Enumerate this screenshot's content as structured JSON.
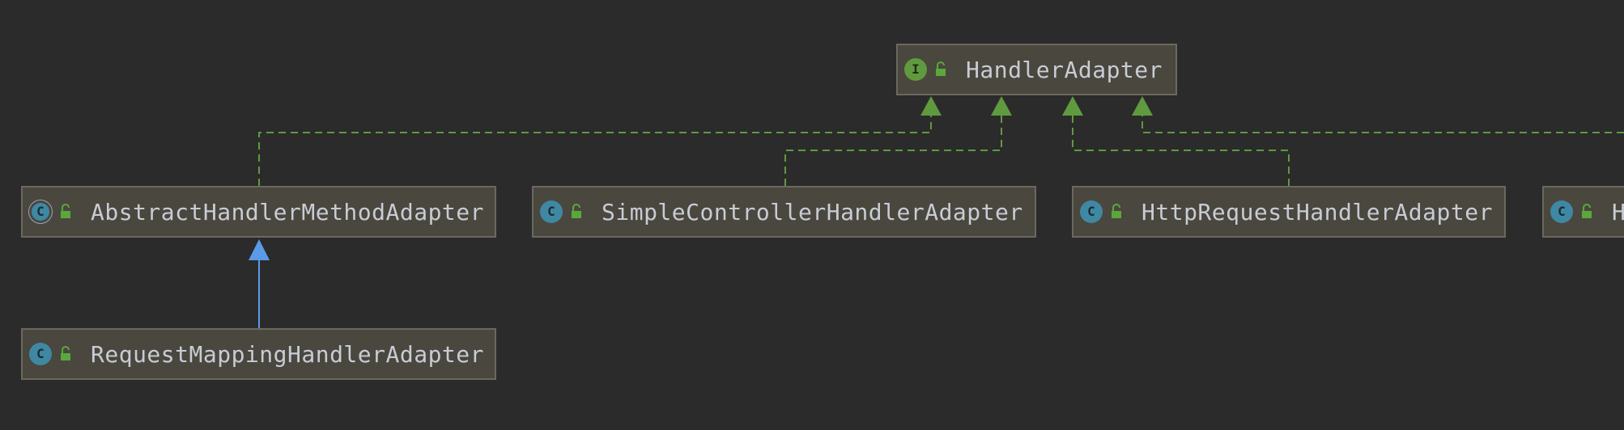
{
  "diagram": {
    "nodes": [
      {
        "id": "handler-adapter",
        "name": "HandlerAdapter",
        "kind": "interface",
        "icon_letter": "I"
      },
      {
        "id": "abstract-handler-method-adapter",
        "name": "AbstractHandlerMethodAdapter",
        "kind": "abstract-class",
        "icon_letter": "C"
      },
      {
        "id": "simple-controller-handler-adapter",
        "name": "SimpleControllerHandlerAdapter",
        "kind": "class",
        "icon_letter": "C"
      },
      {
        "id": "http-request-handler-adapter",
        "name": "HttpRequestHandlerAdapter",
        "kind": "class",
        "icon_letter": "C"
      },
      {
        "id": "partial-handler-adapter",
        "name": "H",
        "kind": "class",
        "icon_letter": "C"
      },
      {
        "id": "request-mapping-handler-adapter",
        "name": "RequestMappingHandlerAdapter",
        "kind": "class",
        "icon_letter": "C"
      }
    ],
    "edges": [
      {
        "from": "abstract-handler-method-adapter",
        "to": "handler-adapter",
        "type": "implements"
      },
      {
        "from": "simple-controller-handler-adapter",
        "to": "handler-adapter",
        "type": "implements"
      },
      {
        "from": "http-request-handler-adapter",
        "to": "handler-adapter",
        "type": "implements"
      },
      {
        "from": "partial-handler-adapter",
        "to": "handler-adapter",
        "type": "implements"
      },
      {
        "from": "request-mapping-handler-adapter",
        "to": "abstract-handler-method-adapter",
        "type": "extends"
      }
    ],
    "colors": {
      "background": "#2b2b2b",
      "node_fill": "#4a473f",
      "node_border": "#6b6860",
      "implements_edge": "#5f9a3f",
      "extends_edge": "#5b9ae8",
      "class_icon": "#3f88a4",
      "interface_icon": "#5f9a3f",
      "lock_icon": "#5aa83c"
    }
  }
}
